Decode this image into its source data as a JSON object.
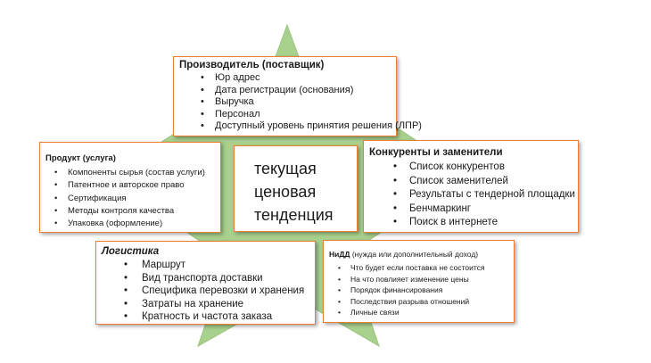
{
  "colors": {
    "star_fill": "#a9d18e",
    "box_border": "#ed7d31"
  },
  "producer": {
    "title": "Производитель (поставщик)",
    "items": [
      "Юр адрес",
      "Дата регистрации (основания)",
      "Выручка",
      "Персонал",
      "Доступный уровень принятия решения (ЛПР)"
    ]
  },
  "product": {
    "title": "Продукт (услуга)",
    "items": [
      "Компоненты сырья (состав услуги)",
      "Патентное и авторское право",
      "Сертификация",
      "Методы контроля качества",
      "Упаковка (оформление)"
    ]
  },
  "center": {
    "lines": [
      "текущая",
      "ценовая",
      "тенденция"
    ]
  },
  "competitors": {
    "title": "Конкуренты и заменители",
    "items": [
      "Список конкурентов",
      "Список заменителей",
      "Результаты с тендерной площадки",
      "Бенчмаркинг",
      "Поиск в интернете"
    ]
  },
  "logistics": {
    "title": "Логистика",
    "items": [
      "Маршрут",
      "Вид транспорта доставки",
      "Специфика перевозки и хранения",
      "Затраты на хранение",
      "Кратность и частота заказа"
    ]
  },
  "nidd": {
    "title": "НиДД",
    "subtitle": " (нужда или дополнительный доход)",
    "items": [
      "Что будет если поставка не состоится",
      "На что повлияет изменение цены",
      "Порядок финансирования",
      "Последствия разрыва отношений",
      "Личные связи"
    ]
  }
}
